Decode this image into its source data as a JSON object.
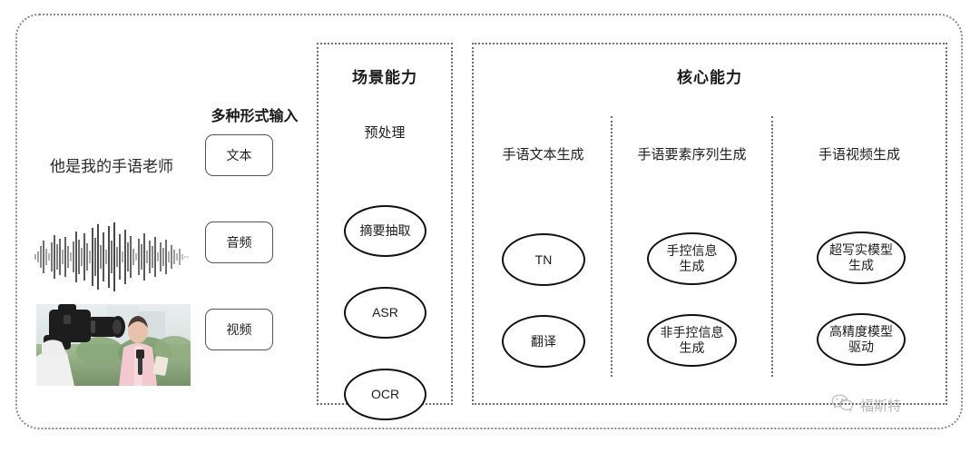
{
  "diagram": {
    "title_hidden": "",
    "input_section": {
      "heading": "多种形式输入",
      "sample_text": "他是我的手语老师",
      "modalities": [
        {
          "label": "文本",
          "media": "text"
        },
        {
          "label": "音频",
          "media": "audio-waveform"
        },
        {
          "label": "视频",
          "media": "video-thumbnail"
        }
      ]
    },
    "scene_panel": {
      "title": "场景能力",
      "group_label": "预处理",
      "nodes": [
        "摘要抽取",
        "ASR",
        "OCR"
      ]
    },
    "core_panel": {
      "title": "核心能力",
      "columns": [
        {
          "label": "手语文本生成",
          "nodes": [
            "TN",
            "翻译"
          ]
        },
        {
          "label": "手语要素序列生成",
          "nodes": [
            "手控信息\n生成",
            "非手控信息\n生成"
          ]
        },
        {
          "label": "手语视频生成",
          "nodes": [
            "超写实模型\n生成",
            "高精度模型\n驱动"
          ]
        }
      ]
    },
    "watermark": {
      "text": "福斯特",
      "icon": "wechat-icon"
    },
    "colors": {
      "frame_dotted": "#8a8a8a",
      "panel_dotted": "#6e6e6e",
      "node_stroke": "#111111",
      "chip_stroke": "#555555",
      "text": "#1c1c1c",
      "watermark": "#555555"
    }
  }
}
